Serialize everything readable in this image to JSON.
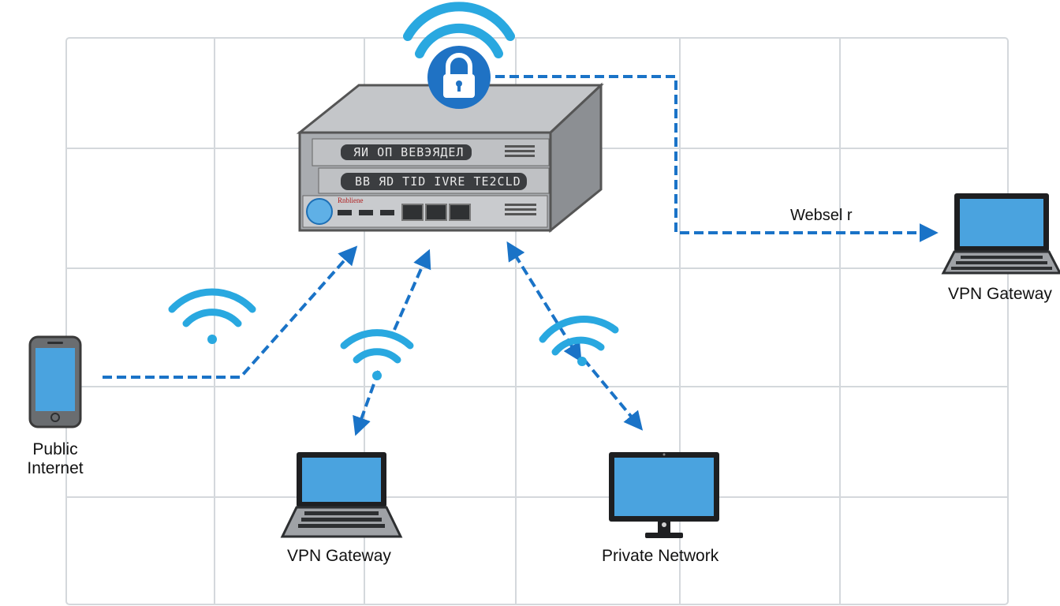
{
  "diagram": {
    "colors": {
      "accent": "#1a73c7",
      "wifi": "#29a8e0",
      "screen": "#4aa3df",
      "device_frame": "#3a3a3a",
      "grid": "#d4d8dc"
    },
    "server": {
      "panel_top_text": "ЯИ ОП ВЕВЭЯДЕЛ",
      "panel_middle_text": "ВВ ЯD TID ІVRE TE2CLD",
      "brand_text": "Rnbliene",
      "lock_icon": "padlock-icon"
    },
    "labels": {
      "phone": "Public\nInternet",
      "laptop_bottom": "VPN Gateway",
      "monitor": "Private Network",
      "laptop_right": "VPN Gateway",
      "connection_right": "Websel r"
    },
    "icons": [
      "smartphone-icon",
      "laptop-icon",
      "monitor-icon",
      "wifi-icon",
      "padlock-icon",
      "server-icon"
    ]
  }
}
